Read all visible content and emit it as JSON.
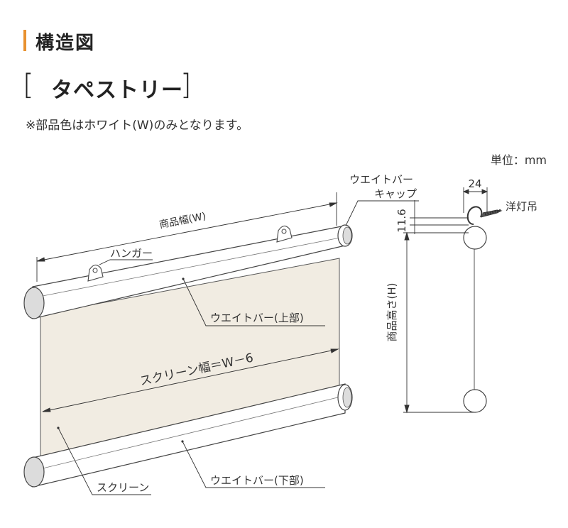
{
  "heading": {
    "title": "構造図",
    "subtitle": "タペストリー",
    "bracket_open": "[",
    "bracket_close": "]",
    "note": "※部品色はホワイト(W)のみとなります。",
    "unit": "単位：mm"
  },
  "labels": {
    "weight_bar_cap_line1": "ウエイトバー",
    "weight_bar_cap_line2": "キャップ",
    "product_width": "商品幅(W)",
    "hanger": "ハンガー",
    "weight_bar_top": "ウエイトバー(上部)",
    "screen_width": "スクリーン幅＝W－6",
    "screen": "スクリーン",
    "weight_bar_bottom": "ウエイトバー(下部)",
    "product_height": "商品高さ(H)",
    "dim_24": "24",
    "dim_11_6": "11.6",
    "western_hook": "洋灯吊"
  },
  "colors": {
    "accent": "#e8912f",
    "screen_fill": "#f1ece2",
    "cap_fill": "#dcdcdc",
    "line": "#333333"
  }
}
